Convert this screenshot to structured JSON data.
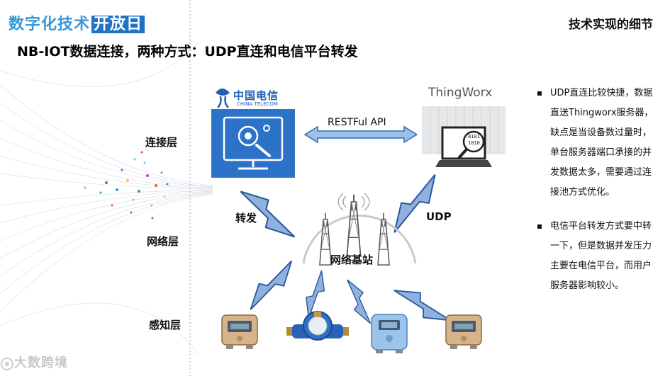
{
  "header": {
    "brand_part1": "数字化技术",
    "brand_part2": "开放日",
    "corner_title": "技术实现的细节"
  },
  "headline": "NB-IOT数据连接，两种方式：UDP直连和电信平台转发",
  "layers": {
    "connection": "连接层",
    "network": "网络层",
    "sensing": "感知层"
  },
  "diagram": {
    "telecom_logo_cn": "中国电信",
    "telecom_logo_en": "CHINA TELECOM",
    "thingworx_logo": "ThingWorx",
    "restful_label": "RESTFul API",
    "forward_label": "转发",
    "udp_label": "UDP",
    "station_label": "网络基站",
    "binary_top": "0101",
    "binary_bottom": "1010"
  },
  "bullets": [
    "UDP直连比较快捷，数据直送Thingworx服务器，缺点是当设备数过量时，单台服务器端口承接的并发数据太多，需要通过连接池方式优化。",
    "电信平台转发方式要中转一下，但是数据并发压力主要在电信平台，而用户服务器影响较小。"
  ],
  "watermark": "大数跨境",
  "colors": {
    "brand_blue": "#1f72c4",
    "panel_blue": "#2d72c9",
    "arrow_blue": "#2a6fb3",
    "bolt_fill": "#8fb1dc",
    "bolt_stroke": "#27579f"
  }
}
